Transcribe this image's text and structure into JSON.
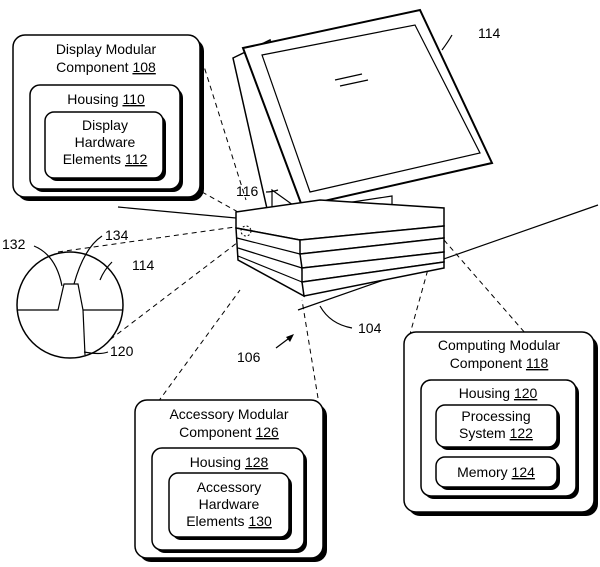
{
  "refs": {
    "monitor": "114",
    "hinge": "116",
    "base": "104",
    "device": "106",
    "tab": "132",
    "tab_slot": "134",
    "detail_top": "114",
    "detail_bottom": "120"
  },
  "display": {
    "title_line1": "Display Modular",
    "title_line2": "Component",
    "title_ref": "108",
    "housing_label": "Housing",
    "housing_ref": "110",
    "inner_line1": "Display",
    "inner_line2": "Hardware",
    "inner_line3": "Elements",
    "inner_ref": "112"
  },
  "computing": {
    "title_line1": "Computing Modular",
    "title_line2": "Component",
    "title_ref": "118",
    "housing_label": "Housing",
    "housing_ref": "120",
    "proc_line1": "Processing",
    "proc_line2": "System",
    "proc_ref": "122",
    "mem_label": "Memory",
    "mem_ref": "124"
  },
  "accessory": {
    "title_line1": "Accessory Modular",
    "title_line2": "Component",
    "title_ref": "126",
    "housing_label": "Housing",
    "housing_ref": "128",
    "inner_line1": "Accessory",
    "inner_line2": "Hardware",
    "inner_line3": "Elements",
    "inner_ref": "130"
  }
}
